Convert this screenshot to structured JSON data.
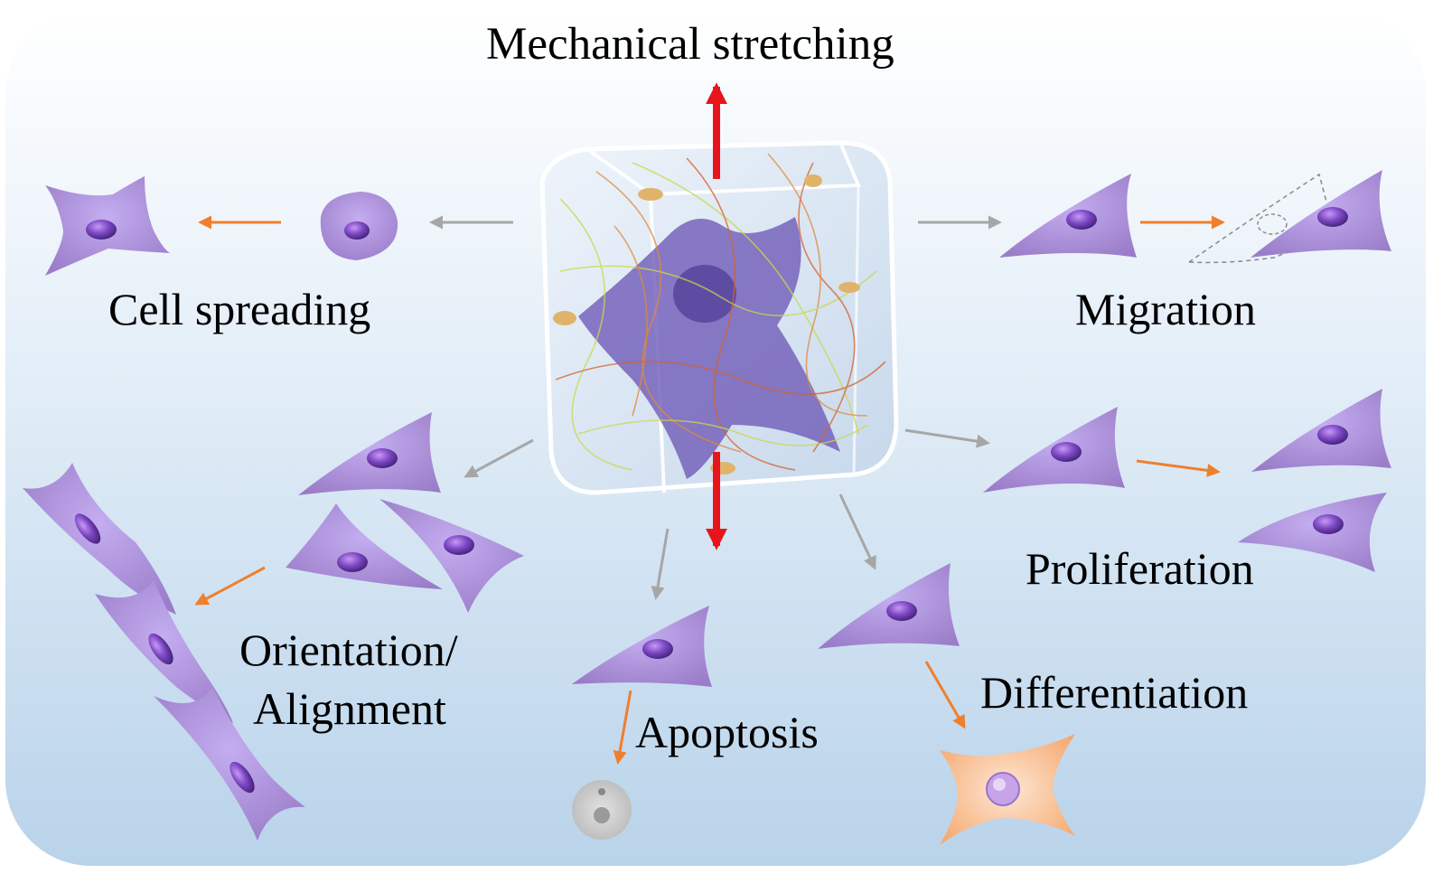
{
  "title": "Mechanical stretching",
  "labels": {
    "cell_spreading": "Cell spreading",
    "migration": "Migration",
    "proliferation": "Proliferation",
    "orientation_line1": "Orientation/",
    "orientation_line2": "Alignment",
    "apoptosis": "Apoptosis",
    "differentiation": "Differentiation"
  },
  "colors": {
    "background_top": "#ffffff",
    "background_bottom": "#b9d3ea",
    "cell_fill": "#a98ad2",
    "nucleus": "#6a3fae",
    "stretch_arrow": "#e8141c",
    "step_arrow": "#ef7f2d",
    "branch_arrow": "#a6a6a6",
    "differentiated_cell": "#f7b27a",
    "apoptotic_cell": "#c9c9c9"
  },
  "icons": [
    "hydrogel-cube-icon",
    "stretch-arrow-icon",
    "cell-icon",
    "apoptotic-cell-icon",
    "differentiated-cell-icon"
  ]
}
